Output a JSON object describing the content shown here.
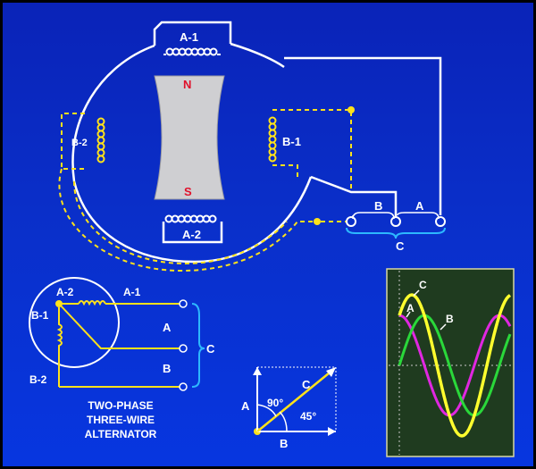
{
  "colors": {
    "background_top": "#0a23b8",
    "background_bottom": "#0736e0",
    "phase_a_winding": "#ffffff",
    "phase_b_winding": "#ffe21a",
    "output_bracket": "#2db8ff",
    "pole_piece": "#cfcfd2",
    "pole_label": "#e0102a",
    "scope_background": "#1f3b1f",
    "trace_a": "#e027e0",
    "trace_b": "#2ad83a",
    "trace_c": "#ffff2e"
  },
  "generator": {
    "coil_a1": "A-1",
    "coil_a2": "A-2",
    "coil_b1": "B-1",
    "coil_b2": "B-2",
    "pole_north": "N",
    "pole_south": "S",
    "output_b": "B",
    "output_a": "A",
    "output_c": "C"
  },
  "schematic": {
    "a2": "A-2",
    "a1": "A-1",
    "b1": "B-1",
    "b2": "B-2",
    "out_a": "A",
    "out_b": "B",
    "out_c": "C",
    "caption_line1": "TWO-PHASE",
    "caption_line2": "THREE-WIRE",
    "caption_line3": "ALTERNATOR"
  },
  "vectors": {
    "label_a": "A",
    "label_b": "B",
    "label_c": "C",
    "angle_90": "90°",
    "angle_45": "45°"
  },
  "scope": {
    "label_a": "A",
    "label_b": "B",
    "label_c": "C"
  }
}
